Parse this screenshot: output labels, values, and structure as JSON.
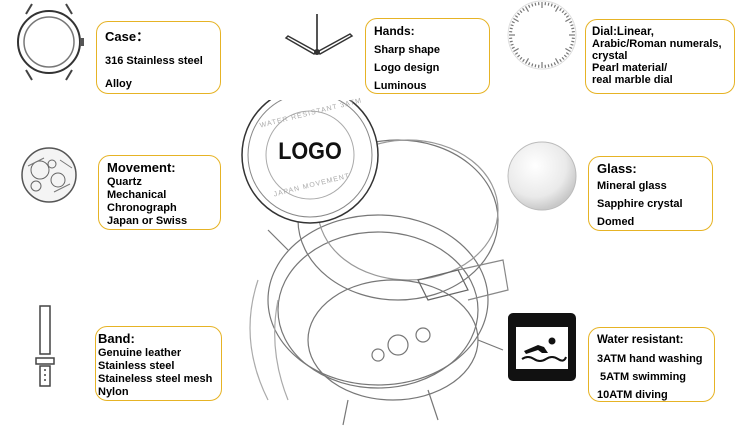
{
  "case": {
    "title": "Case：",
    "items": [
      "316 Stainless steel",
      "Alloy"
    ]
  },
  "hands": {
    "title": "Hands:",
    "items": [
      "Sharp shape",
      "Logo design",
      "Luminous"
    ]
  },
  "dial": {
    "title": "Dial:Linear,",
    "items": [
      "Arabic/Roman numerals,",
      "crystal",
      "Pearl material/",
      "real marble dial"
    ]
  },
  "movement": {
    "title": "Movement:",
    "items": [
      "Quartz",
      "Mechanical",
      "Chronograph",
      "Japan or Swiss"
    ]
  },
  "glass": {
    "title": "Glass:",
    "items": [
      "Mineral glass",
      "Sapphire crystal",
      "Domed"
    ]
  },
  "band": {
    "title": "Band:",
    "items": [
      "Genuine leather",
      "Stainless steel",
      "Staineless steel mesh",
      "Nylon"
    ]
  },
  "water": {
    "title": "Water resistant:",
    "items": [
      "3ATM hand washing",
      " 5ATM swimming",
      "10ATM diving"
    ]
  },
  "caseback": {
    "logo": "LOGO",
    "ring_top": "WATER RESISTANT 3ATM",
    "ring_bottom": "JAPAN MOVEMENT"
  },
  "colors": {
    "box_border": "#e6b325",
    "icon_bg": "#111111",
    "sketch": "#555555"
  },
  "icons": [
    "watch-case-icon",
    "watch-hands-icon",
    "watch-dial-icon",
    "watch-movement-icon",
    "glass-dome-icon",
    "watch-band-icon",
    "swimmer-icon"
  ]
}
